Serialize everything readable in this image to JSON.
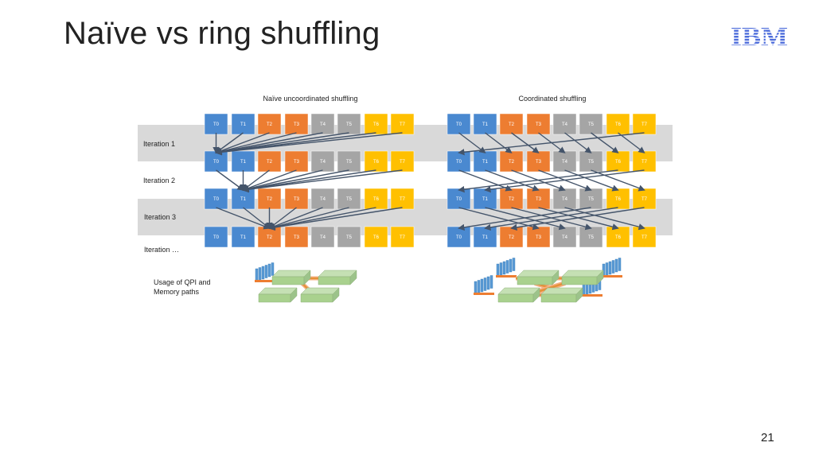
{
  "title": "Naïve vs ring shuffling",
  "logo_text": "IBM",
  "page_number": "21",
  "colors": {
    "blue": "#4a89d0",
    "orange": "#ed7d31",
    "gray": "#a5a5a5",
    "yellow": "#ffc000",
    "band": "#d9d9d9",
    "arrow": "#44546a",
    "ibm": "#4b6bdb"
  },
  "panels": [
    {
      "subtitle": "Naïve uncoordinated shuffling"
    },
    {
      "subtitle": "Coordinated shuffling"
    }
  ],
  "thread_labels": [
    "T0",
    "T1",
    "T2",
    "T3",
    "T4",
    "T5",
    "T6",
    "T7"
  ],
  "iterations": [
    "Iteration 1",
    "Iteration 2",
    "Iteration 3",
    "Iteration …"
  ],
  "usage_label": "Usage of QPI and Memory paths"
}
